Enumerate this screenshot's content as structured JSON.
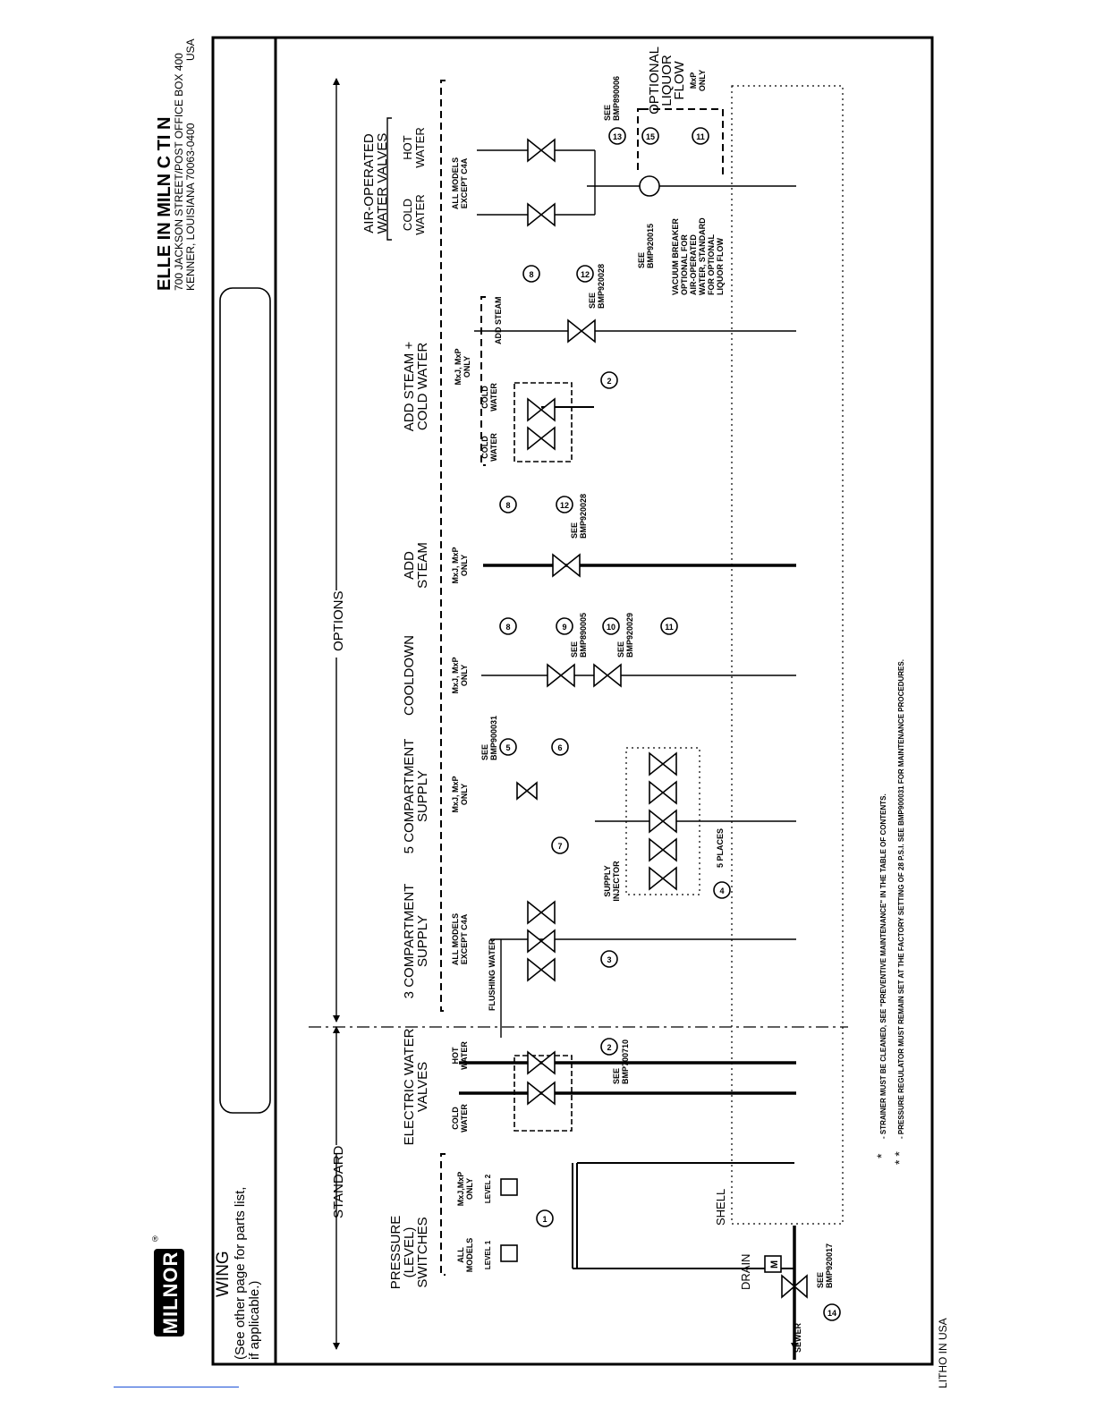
{
  "title_block": {
    "company": "ELLE IN MILN   C        TI N",
    "address1": "700 JACKSON STREET/POST OFFICE BOX 400",
    "address2": "KENNER, LOUISIANA 70063-0400",
    "country": "USA",
    "logo": "MILNOR",
    "drawing_label": "WING",
    "parts_note1": "(See other page for parts list,",
    "parts_note2": "if applicable.)",
    "litho": "LITHO IN USA"
  },
  "sections": {
    "standard": "STANDARD",
    "options": "OPTIONS",
    "pressure": [
      "PRESSURE",
      "(LEVEL)",
      "SWITCHES"
    ],
    "electric": [
      "ELECTRIC WATER",
      "VALVES"
    ],
    "compartment3": [
      "3 COMPARTMENT",
      "SUPPLY"
    ],
    "compartment5": [
      "5 COMPARTMENT",
      "SUPPLY"
    ],
    "cooldown": "COOLDOWN",
    "add_steam": [
      "ADD",
      "STEAM"
    ],
    "add_steam_cold": [
      "ADD STEAM +",
      "COLD WATER"
    ],
    "air_operated": [
      "AIR-OPERATED",
      "WATER VALVES"
    ],
    "optional_liquor": [
      "OPTIONAL",
      "LIQUOR",
      "FLOW"
    ]
  },
  "labels": {
    "all_models": [
      "ALL",
      "MODELS"
    ],
    "mxj_mxp_only": [
      "MxJ,MxP",
      "ONLY"
    ],
    "mxj_mxp_only2": [
      "MxJ, MxP",
      "ONLY"
    ],
    "level1": "LEVEL 1",
    "level2": "LEVEL 2",
    "cold_water": [
      "COLD",
      "WATER"
    ],
    "hot_water": [
      "HOT",
      "WATER"
    ],
    "all_models_except": [
      "ALL MODELS",
      "EXCEPT C4A"
    ],
    "flushing_water": "FLUSHING WATER",
    "supply_injector": [
      "SUPPLY",
      "INJECTOR"
    ],
    "five_places": "5 PLACES",
    "add_steam_small": "ADD STEAM",
    "mxp_only": [
      "MxP",
      "ONLY"
    ],
    "shell": "SHELL",
    "drain": "DRAIN",
    "sewer": "SEWER",
    "motor": "M",
    "see": "SEE",
    "bmp_drain": "BMP920017",
    "bmp_electric": "BMP700710",
    "bmp_compartment5": "BMP900031",
    "bmp_cooldown9": "BMP890005",
    "bmp_cooldown10": "BMP920029",
    "bmp_steam": "BMP920028",
    "bmp_air": "BMP890006",
    "bmp_vacuum": "BMP920015",
    "vacuum_note": [
      "VACUUM BREAKER",
      "OPTIONAL FOR",
      "AIR-OPERATED",
      "WATER, STANDARD",
      "FOR OPTIONAL",
      "LIQUOR FLOW"
    ]
  },
  "callouts": [
    "1",
    "2",
    "3",
    "4",
    "5",
    "6",
    "7",
    "8",
    "9",
    "10",
    "11",
    "12",
    "13",
    "14",
    "15"
  ],
  "footnotes": {
    "star": "*",
    "double_star": "* *",
    "note1": "- STRAINER MUST BE CLEANED, SEE \"PREVENTIVE MAINTENANCE\" IN THE TABLE OF CONTENTS.",
    "note2": "- PRESSURE REGULATOR MUST REMAIN SET AT THE FACTORY SETTING OF 28 P.S.I.  SEE BMP900031 FOR MAINTENANCE PROCEDURES."
  }
}
